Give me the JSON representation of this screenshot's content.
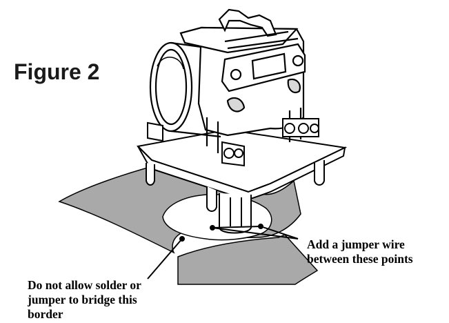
{
  "figure": {
    "title": "Figure 2"
  },
  "callouts": {
    "jumper": {
      "lines": [
        "Add a jumper wire",
        "between these points"
      ]
    },
    "border": {
      "lines": [
        "Do not allow solder or",
        "jumper to bridge this",
        "border"
      ]
    }
  },
  "colors": {
    "pad_fill": "#a9a9a9",
    "line": "#000000",
    "background": "#ffffff"
  }
}
